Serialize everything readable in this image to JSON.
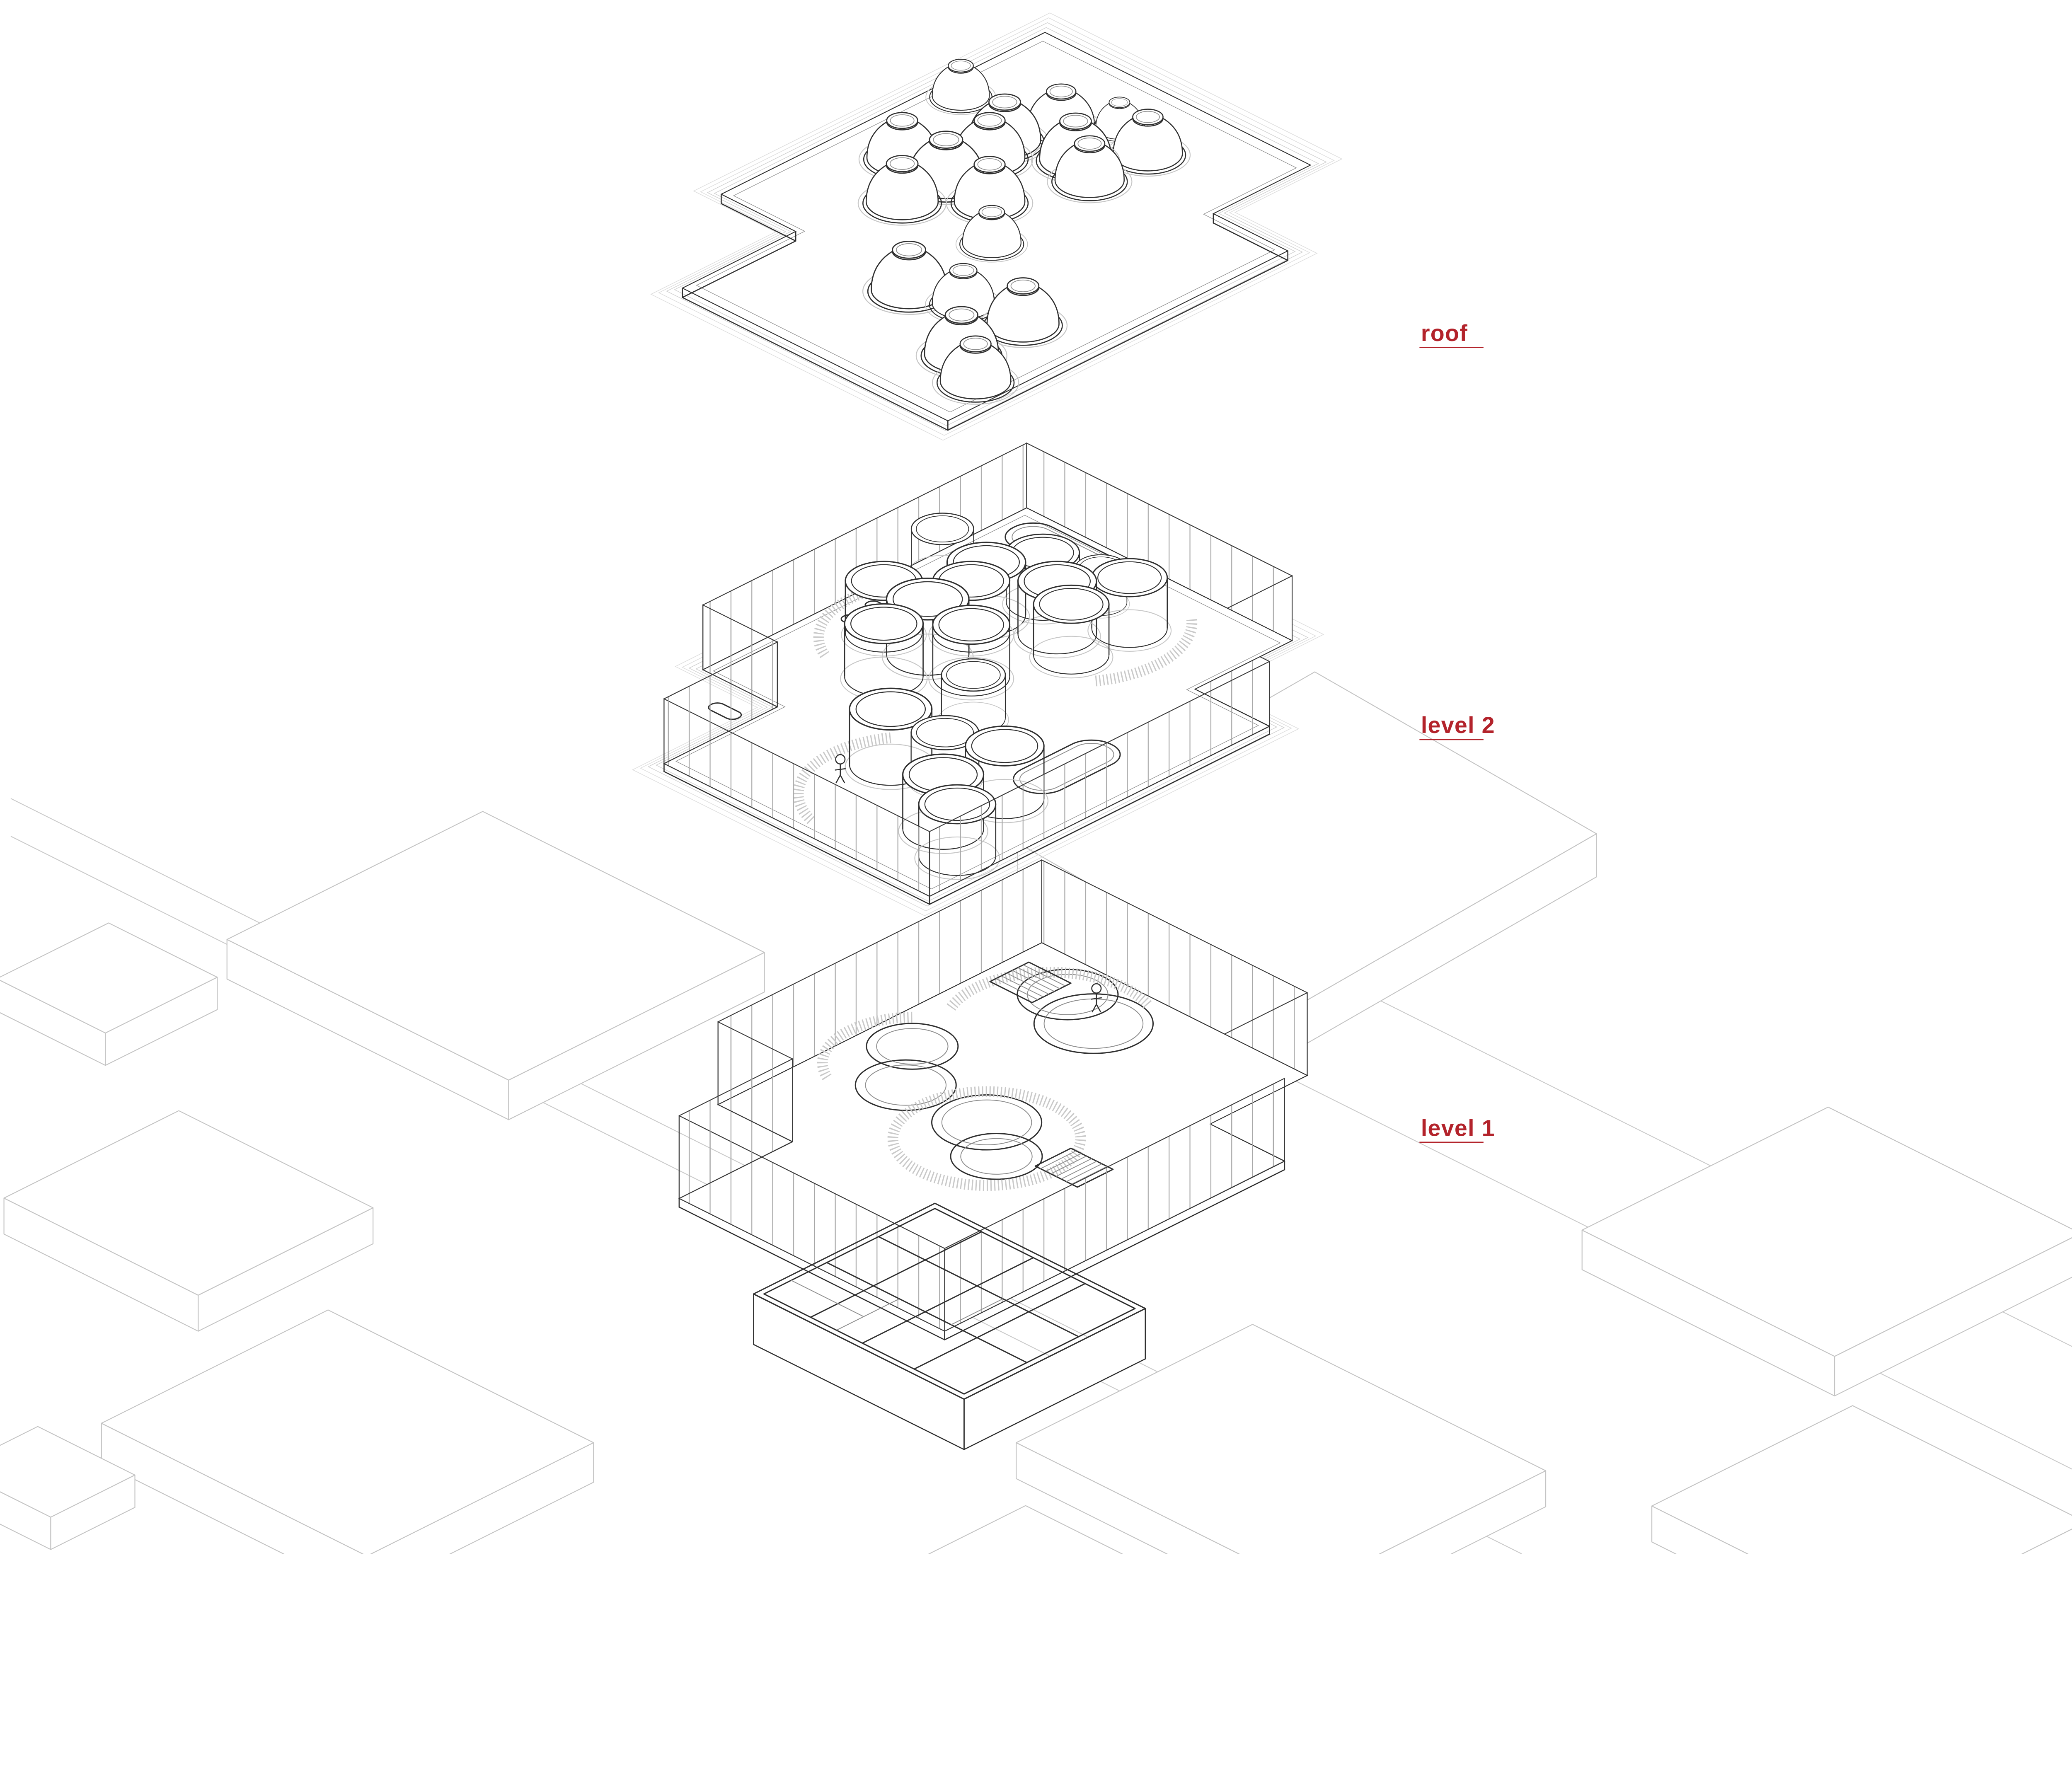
{
  "page": {
    "background_color": "#ffffff",
    "kind": "exploded axonometric architectural diagram"
  },
  "colors": {
    "label_red": "#b3232b",
    "drawing_ink": "#2f2f2f",
    "context_gray": "#c4c4c4"
  },
  "levels": [
    {
      "id": "roof",
      "label": "roof"
    },
    {
      "id": "level-2",
      "label": "level 2"
    },
    {
      "id": "level-1",
      "label": "level 1"
    }
  ]
}
